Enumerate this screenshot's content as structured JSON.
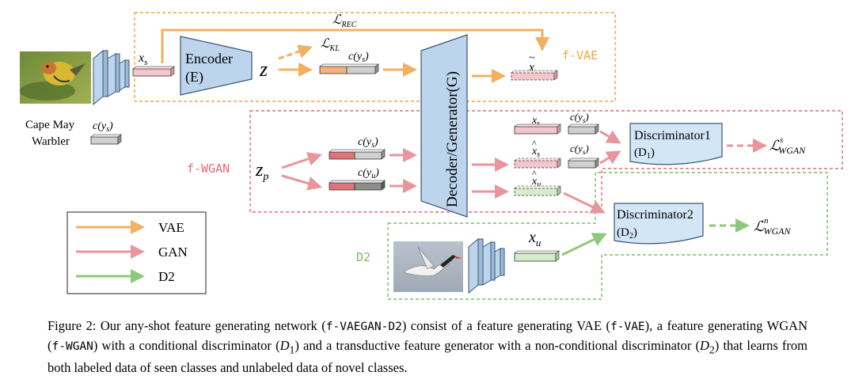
{
  "colors": {
    "vae": "#f2b060",
    "gan": "#e8959b",
    "d2": "#8dc97a",
    "vae_box": "#f0a63c",
    "gan_box": "#e36b75",
    "d2_box": "#78bf60",
    "net_fill": "#bcd5ec",
    "net_stroke": "#3b5670"
  },
  "regions": {
    "fvae": "f-VAE",
    "fwgan": "f-WGAN",
    "d2": "D2"
  },
  "bird_top": {
    "name_line1": "Cape May",
    "name_line2": "Warbler"
  },
  "labels": {
    "c_ys": "c(y",
    "s_sub": "s",
    "u_sub": "u",
    "x": "x",
    "z": "z",
    "zp_sub": "p",
    "L": "ℒ",
    "rec_sub": "REC",
    "kl_sub": "KL",
    "wgan_sub": "WGAN",
    "sup_s": "s",
    "sup_n": "n"
  },
  "encoder": {
    "name": "Encoder",
    "short": "(E)"
  },
  "decoder": {
    "name": "Decoder/Generator(G)"
  },
  "discriminator1": {
    "name": "Discriminator1",
    "short": "(D",
    "sub": "1",
    "close": ")"
  },
  "discriminator2": {
    "name": "Discriminator2",
    "short": "(D",
    "sub": "2",
    "close": ")"
  },
  "legend": [
    {
      "label": "VAE",
      "color_key": "vae"
    },
    {
      "label": "GAN",
      "color_key": "gan"
    },
    {
      "label": "D2",
      "color_key": "d2"
    }
  ],
  "caption": {
    "p1": "Figure 2: Our any-shot feature generating network (",
    "m1": "f-VAEGAN-D2",
    "p2": ") consist of a feature generating VAE (",
    "m2": "f-VAE",
    "p3": "), a feature generating WGAN (",
    "m3": "f-WGAN",
    "p4": ") with a conditional discriminator (",
    "d1": "D",
    "d1s": "1",
    "p5": ") and a transductive feature generator with a non-conditional discriminator (",
    "d2": "D",
    "d2s": "2",
    "p6": ") that learns from both labeled data of seen classes and unlabeled data of novel classes."
  }
}
